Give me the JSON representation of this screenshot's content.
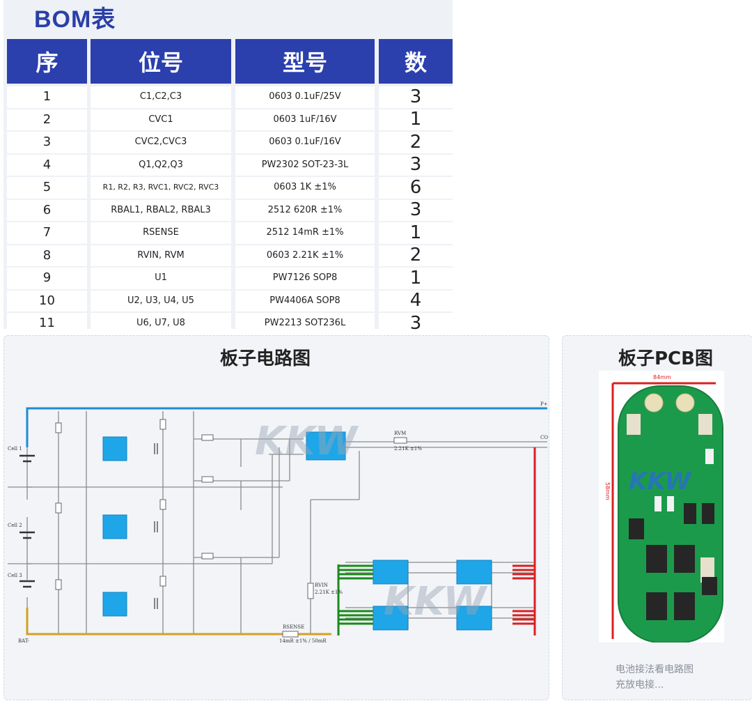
{
  "bom": {
    "title": "BOM表",
    "headers": [
      "序",
      "位号",
      "型号",
      "数"
    ],
    "rows": [
      {
        "no": "1",
        "ref": "C1,C2,C3",
        "model": "0603 0.1uF/25V",
        "qty": "3"
      },
      {
        "no": "2",
        "ref": "CVC1",
        "model": "0603 1uF/16V",
        "qty": "1"
      },
      {
        "no": "3",
        "ref": "CVC2,CVC3",
        "model": "0603 0.1uF/16V",
        "qty": "2"
      },
      {
        "no": "4",
        "ref": "Q1,Q2,Q3",
        "model": "PW2302 SOT-23-3L",
        "qty": "3"
      },
      {
        "no": "5",
        "ref": "R1, R2, R3, RVC1, RVC2, RVC3",
        "model": "0603 1K ±1%",
        "qty": "6"
      },
      {
        "no": "6",
        "ref": "RBAL1, RBAL2, RBAL3",
        "model": "2512 620R ±1%",
        "qty": "3"
      },
      {
        "no": "7",
        "ref": "RSENSE",
        "model": "2512 14mR ±1%",
        "qty": "1"
      },
      {
        "no": "8",
        "ref": "RVIN, RVM",
        "model": "0603 2.21K ±1%",
        "qty": "2"
      },
      {
        "no": "9",
        "ref": "U1",
        "model": "PW7126 SOP8",
        "qty": "1"
      },
      {
        "no": "10",
        "ref": "U2, U3, U4, U5",
        "model": "PW4406A SOP8",
        "qty": "4"
      },
      {
        "no": "11",
        "ref": "U6, U7, U8",
        "model": "PW2213 SOT236L",
        "qty": "3"
      }
    ]
  },
  "schematic": {
    "title": "板子电路图",
    "watermark": "KKW",
    "labels": {
      "cell1": "Cell 1",
      "cell2": "Cell 2",
      "cell3": "Cell 3",
      "bat": "BAT-",
      "co": "CO",
      "p": "P+",
      "rsense": "RSENSE",
      "rsense_val": "14mR ±1% / 50mR",
      "rvm": "RVM",
      "rvm_val": "2.21K ±1%",
      "rvin": "RVIN",
      "rvin_val": "2.21K ±1%"
    }
  },
  "pcb": {
    "title": "板子PCB图",
    "dim_top": "84mm",
    "dim_side": "58mm",
    "caption_line1": "电池接法看电路图",
    "caption_line2": "充放电接..."
  },
  "colors": {
    "header_blue": "#2b3fad",
    "title_blue": "#2a3fa8",
    "wire_blue": "#1f8ad6",
    "wire_red": "#d92020",
    "wire_green": "#1a8a1a",
    "wire_yellow": "#d4a020",
    "chip_blue": "#1fa6e8",
    "pcb_green": "#1c9a4b"
  }
}
